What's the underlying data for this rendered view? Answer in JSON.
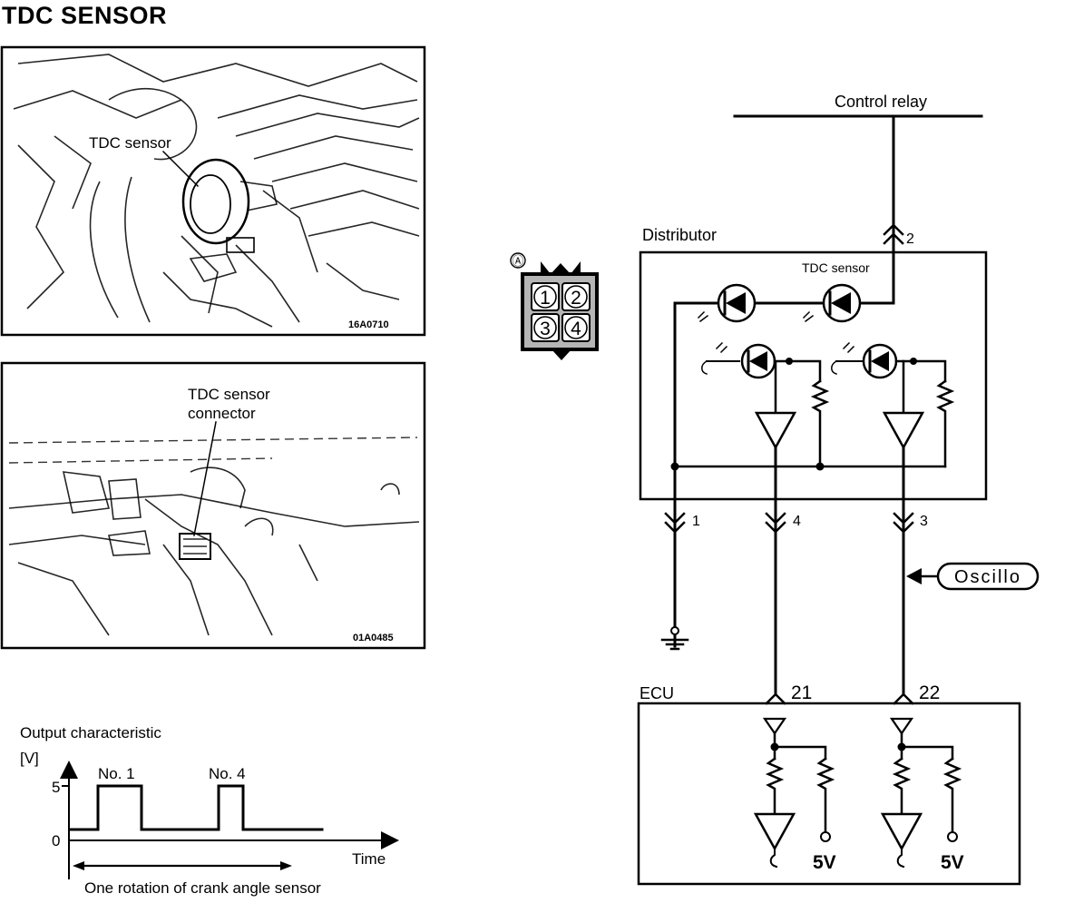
{
  "page": {
    "title": "TDC SENSOR"
  },
  "figure1": {
    "label": "TDC sensor",
    "code": "16A0710"
  },
  "figure2": {
    "label_line1": "TDC sensor",
    "label_line2": "connector",
    "code": "01A0485"
  },
  "connector": {
    "id": "Ⓐ",
    "pins": [
      "1",
      "2",
      "3",
      "4"
    ]
  },
  "graph": {
    "title": "Output characteristic",
    "unit": "[V]",
    "tick_high": "5",
    "tick_zero": "0",
    "time_label": "Time",
    "pulse1": "No. 1",
    "pulse2": "No. 4",
    "rotation_label": "One rotation of crank angle sensor"
  },
  "circuit": {
    "control_relay": "Control relay",
    "distributor": "Distributor",
    "tdc_sensor": "TDC sensor",
    "pin1": "1",
    "pin2": "2",
    "pin3": "3",
    "pin4": "4",
    "oscillo": "Oscillo",
    "ecu": "ECU",
    "ecu_pin21": "21",
    "ecu_pin22": "22",
    "v5_left": "5V",
    "v5_right": "5V"
  },
  "colors": {
    "ink": "#000000",
    "paper": "#ffffff",
    "connector_fill": "#b5b5b5"
  }
}
